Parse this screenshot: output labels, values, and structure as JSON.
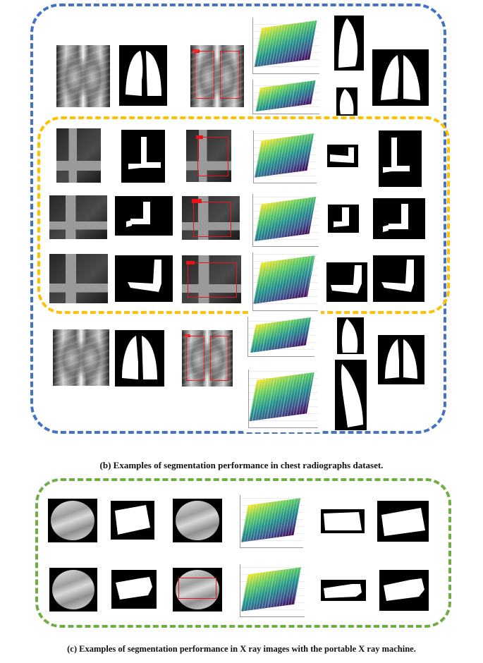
{
  "captions": {
    "b": "(b) Examples of segmentation performance in chest radiographs dataset.",
    "c": "(c) Examples of segmentation performance in X ray images with the portable X ray machine."
  },
  "colors": {
    "chest_frame": "#4472C4",
    "elbow_frame": "#FFC000",
    "portable_frame": "#70AD47",
    "bbox": "#E8141C"
  },
  "icons": [
    "chest-xray-image",
    "lung-mask-image",
    "bbox-overlay-image",
    "surface-plot-3d",
    "elbow-xray-image",
    "elbow-mask-image",
    "portable-xray-image"
  ]
}
